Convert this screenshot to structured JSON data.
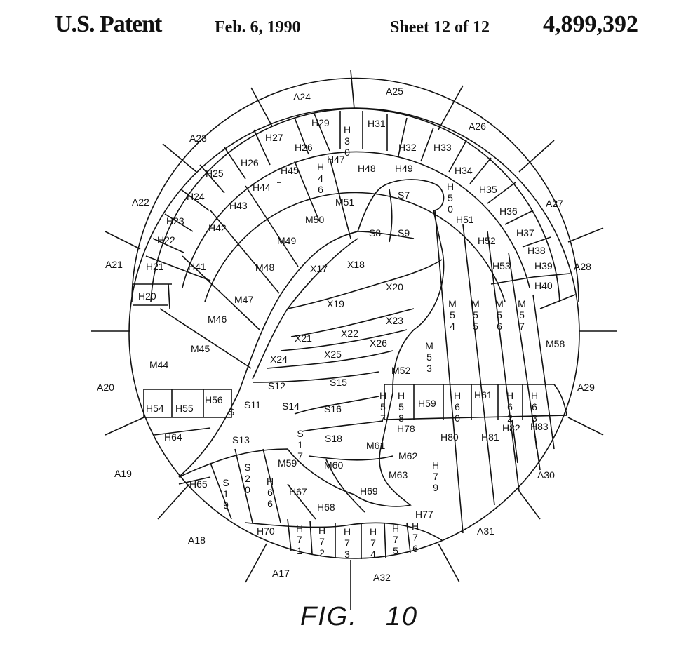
{
  "header": {
    "patent": "U.S. Patent",
    "date": "Feb. 6, 1990",
    "sheet": "Sheet 12 of 12",
    "number": "4,899,392"
  },
  "figure": {
    "caption_fig": "FIG.",
    "caption_num": "10"
  },
  "outer_labels": [
    "A17",
    "A18",
    "A19",
    "A20",
    "A21",
    "A22",
    "A23",
    "A24",
    "A25",
    "A26",
    "A27",
    "A28",
    "A29",
    "A30",
    "A31",
    "A32"
  ],
  "labels": [
    "H20",
    "H21",
    "H22",
    "H23",
    "H24",
    "H25",
    "H26",
    "H27",
    "H26",
    "H29",
    "H30",
    "H31",
    "H32",
    "H33",
    "H34",
    "H35",
    "H36",
    "H37",
    "H38",
    "H39",
    "H40",
    "H41",
    "H42",
    "H43",
    "H44",
    "H45",
    "H46",
    "H47",
    "H48",
    "H49",
    "H50",
    "H51",
    "H52",
    "H53",
    "H54",
    "H55",
    "H56",
    "H57",
    "H58",
    "H59",
    "H60",
    "H61",
    "H62",
    "H63",
    "H64",
    "H65",
    "H66",
    "H67",
    "H68",
    "H69",
    "H70",
    "H71",
    "H72",
    "H73",
    "H74",
    "H75",
    "H76",
    "H77",
    "H78",
    "H79",
    "H80",
    "H81",
    "H82",
    "H83",
    "M44",
    "M45",
    "M46",
    "M47",
    "M48",
    "M49",
    "M50",
    "M51",
    "M52",
    "M53",
    "M54",
    "M55",
    "M56",
    "M57",
    "M58",
    "M59",
    "M60",
    "M61",
    "M62",
    "M63",
    "S7",
    "S8",
    "S9",
    "S11",
    "S12",
    "S13",
    "S14",
    "S15",
    "S16",
    "S17",
    "S18",
    "S19",
    "S20",
    "S",
    "X17",
    "X18",
    "X19",
    "X20",
    "X21",
    "X22",
    "X23",
    "X24",
    "X25",
    "X26"
  ]
}
